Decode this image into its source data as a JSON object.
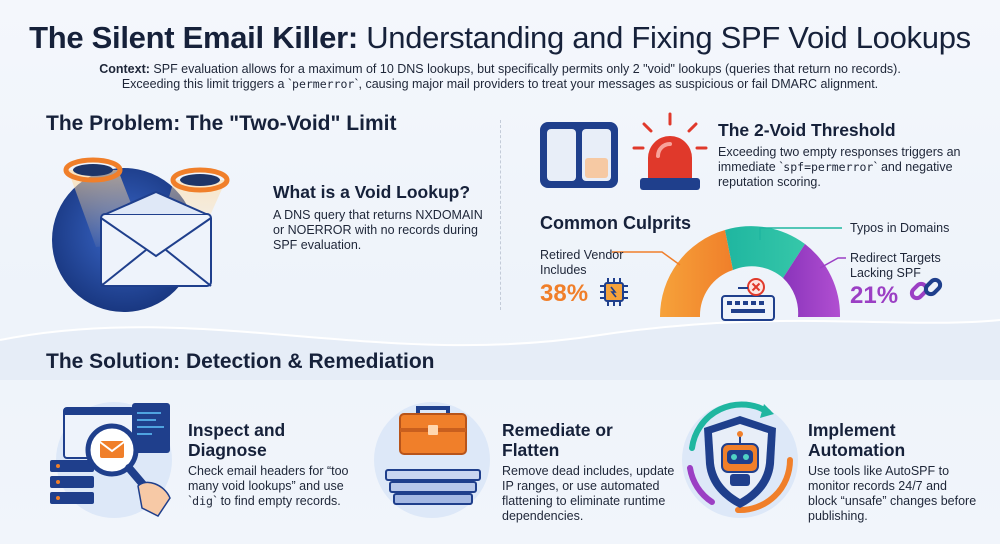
{
  "header": {
    "title_bold": "The Silent Email Killer:",
    "title_rest": "Understanding and Fixing SPF Void Lookups",
    "context_label": "Context:",
    "context_text_1": "SPF evaluation allows for a maximum of 10 DNS lookups, but specifically permits only 2 \"void\" lookups (queries that return no records).",
    "context_text_2a": "Exceeding this limit triggers a `",
    "context_code": "permerror",
    "context_text_2b": "`, causing major mail providers to treat your messages as suspicious or fail DMARC alignment."
  },
  "problem": {
    "heading": "The Problem: The \"Two-Void\" Limit",
    "void_title": "What is a Void Lookup?",
    "void_text": "A DNS query that returns NXDOMAIN or NOERROR with no records during SPF evaluation."
  },
  "threshold": {
    "title": "The 2-Void Threshold",
    "text_a": "Exceeding two empty responses triggers an immediate `",
    "code": "spf=permerror",
    "text_b": "` and negative reputation scoring."
  },
  "culprits": {
    "heading": "Common Culprits",
    "retired_label": "Retired Vendor Includes",
    "retired_pct": "38%",
    "typos_label": "Typos in Domains",
    "redirect_label": "Redirect Targets Lacking SPF",
    "redirect_pct": "21%"
  },
  "solution": {
    "heading": "The Solution: Detection & Remediation",
    "inspect_title": "Inspect and Diagnose",
    "inspect_text_a": "Check email headers for “too many void lookups” and use `",
    "inspect_code": "dig",
    "inspect_text_b": "` to find empty records.",
    "remediate_title": "Remediate or Flatten",
    "remediate_text": "Remove dead includes, update IP ranges, or use automated flattening to eliminate runtime dependencies.",
    "automate_title": "Implement Automation",
    "automate_text": "Use tools like AutoSPF to monitor records 24/7 and block “unsafe” changes before publishing."
  },
  "colors": {
    "orange": "#f07f2a",
    "teal": "#1fb6a0",
    "purple": "#9b3fc4",
    "navy": "#1f3f8c",
    "red": "#e0392b"
  }
}
